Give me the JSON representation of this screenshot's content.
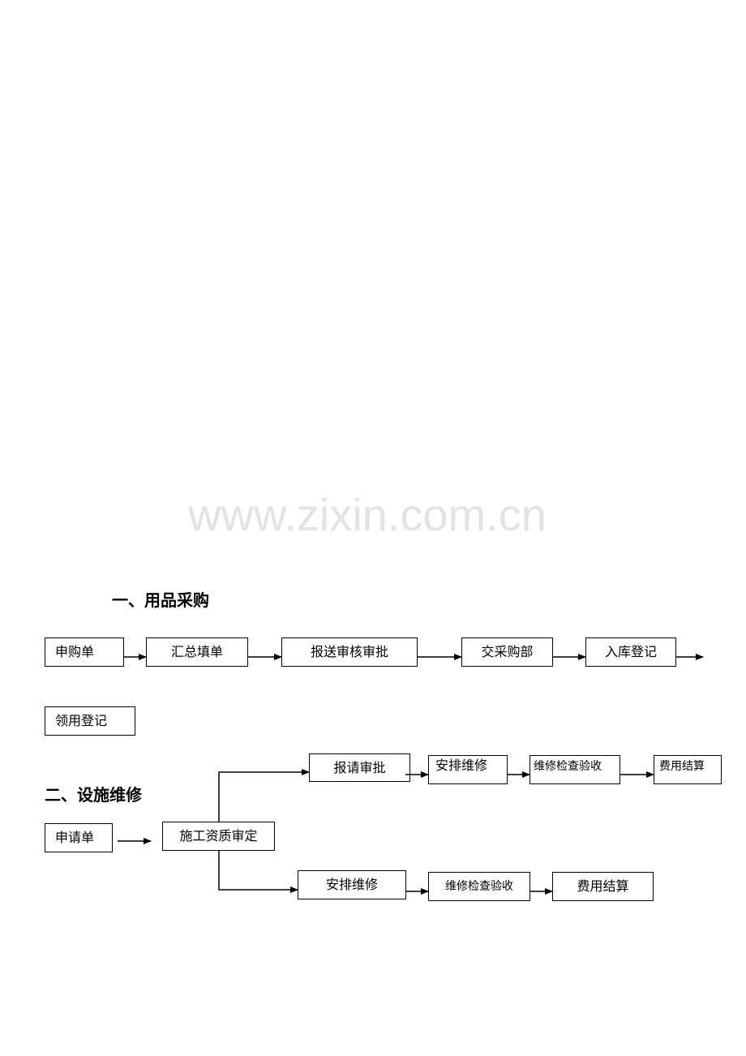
{
  "watermark": "www.zixin.com.cn",
  "section1": {
    "heading": "一、用品采购",
    "steps": [
      {
        "label": "申购单"
      },
      {
        "label": "汇总填单"
      },
      {
        "label": "报送审核审批"
      },
      {
        "label": "交采购部"
      },
      {
        "label": "入库登记"
      },
      {
        "label": "领用登记"
      }
    ]
  },
  "section2": {
    "heading": "二、设施维修",
    "start": {
      "label": "申请单"
    },
    "review": {
      "label": "施工资质审定"
    },
    "upper_branch": [
      {
        "label": "报请审批"
      },
      {
        "label": "安排维修"
      },
      {
        "label": "维修检查验收"
      },
      {
        "label": "费用结算"
      }
    ],
    "lower_branch": [
      {
        "label": "安排维修"
      },
      {
        "label": "维修检查验收"
      },
      {
        "label": "费用结算"
      }
    ]
  }
}
